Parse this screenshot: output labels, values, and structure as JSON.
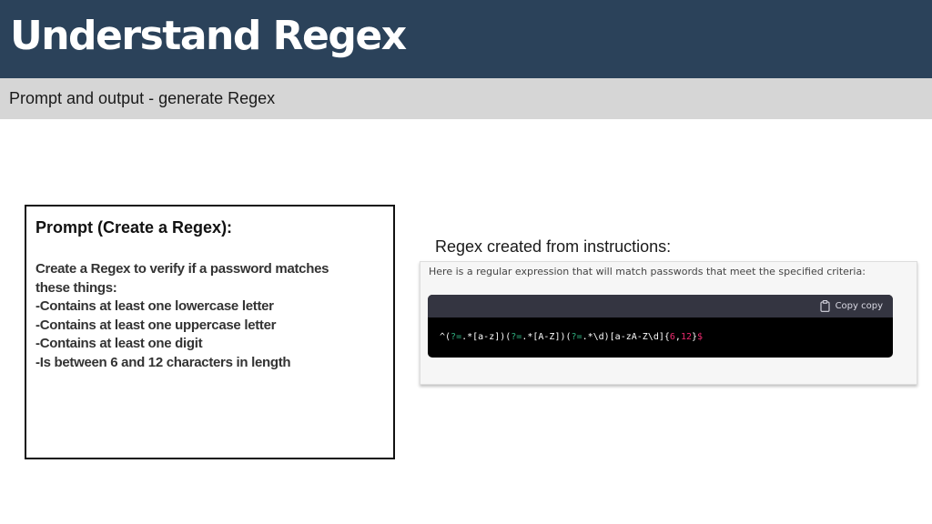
{
  "header": {
    "title": "Understand Regex",
    "subtitle": "Prompt and output - generate Regex"
  },
  "prompt": {
    "heading": "Prompt (Create a Regex):",
    "intro_line1": "Create a Regex to verify if a password matches",
    "intro_line2": "these things:",
    "items": [
      "-Contains at least one lowercase letter",
      "-Contains at least one uppercase letter",
      "-Contains at least one digit",
      "-Is between 6 and 12 characters in length"
    ]
  },
  "result": {
    "label": "Regex created from instructions:",
    "chat_intro": "Here is a regular expression that will match passwords that meet the specified criteria:",
    "copy_label": "Copy copy",
    "code": {
      "p1": "^(",
      "lookahead1": "?=",
      "p2": ".*[a-z])(",
      "lookahead2": "?=",
      "p3": ".*[A-Z])(",
      "lookahead3": "?=",
      "p4": ".*\\d)[a-zA-Z\\d]{",
      "min": "6",
      "comma": ",",
      "max": "12",
      "close": "}",
      "end": "$"
    }
  },
  "colors": {
    "title_bar": "#2b425a",
    "subtitle_bar": "#d6d6d6",
    "code_bg": "#000000",
    "code_header": "#343541",
    "keyword_green": "#2fae7e",
    "number_pink": "#ee2a6f"
  },
  "icons": {
    "copy": "clipboard-icon"
  }
}
